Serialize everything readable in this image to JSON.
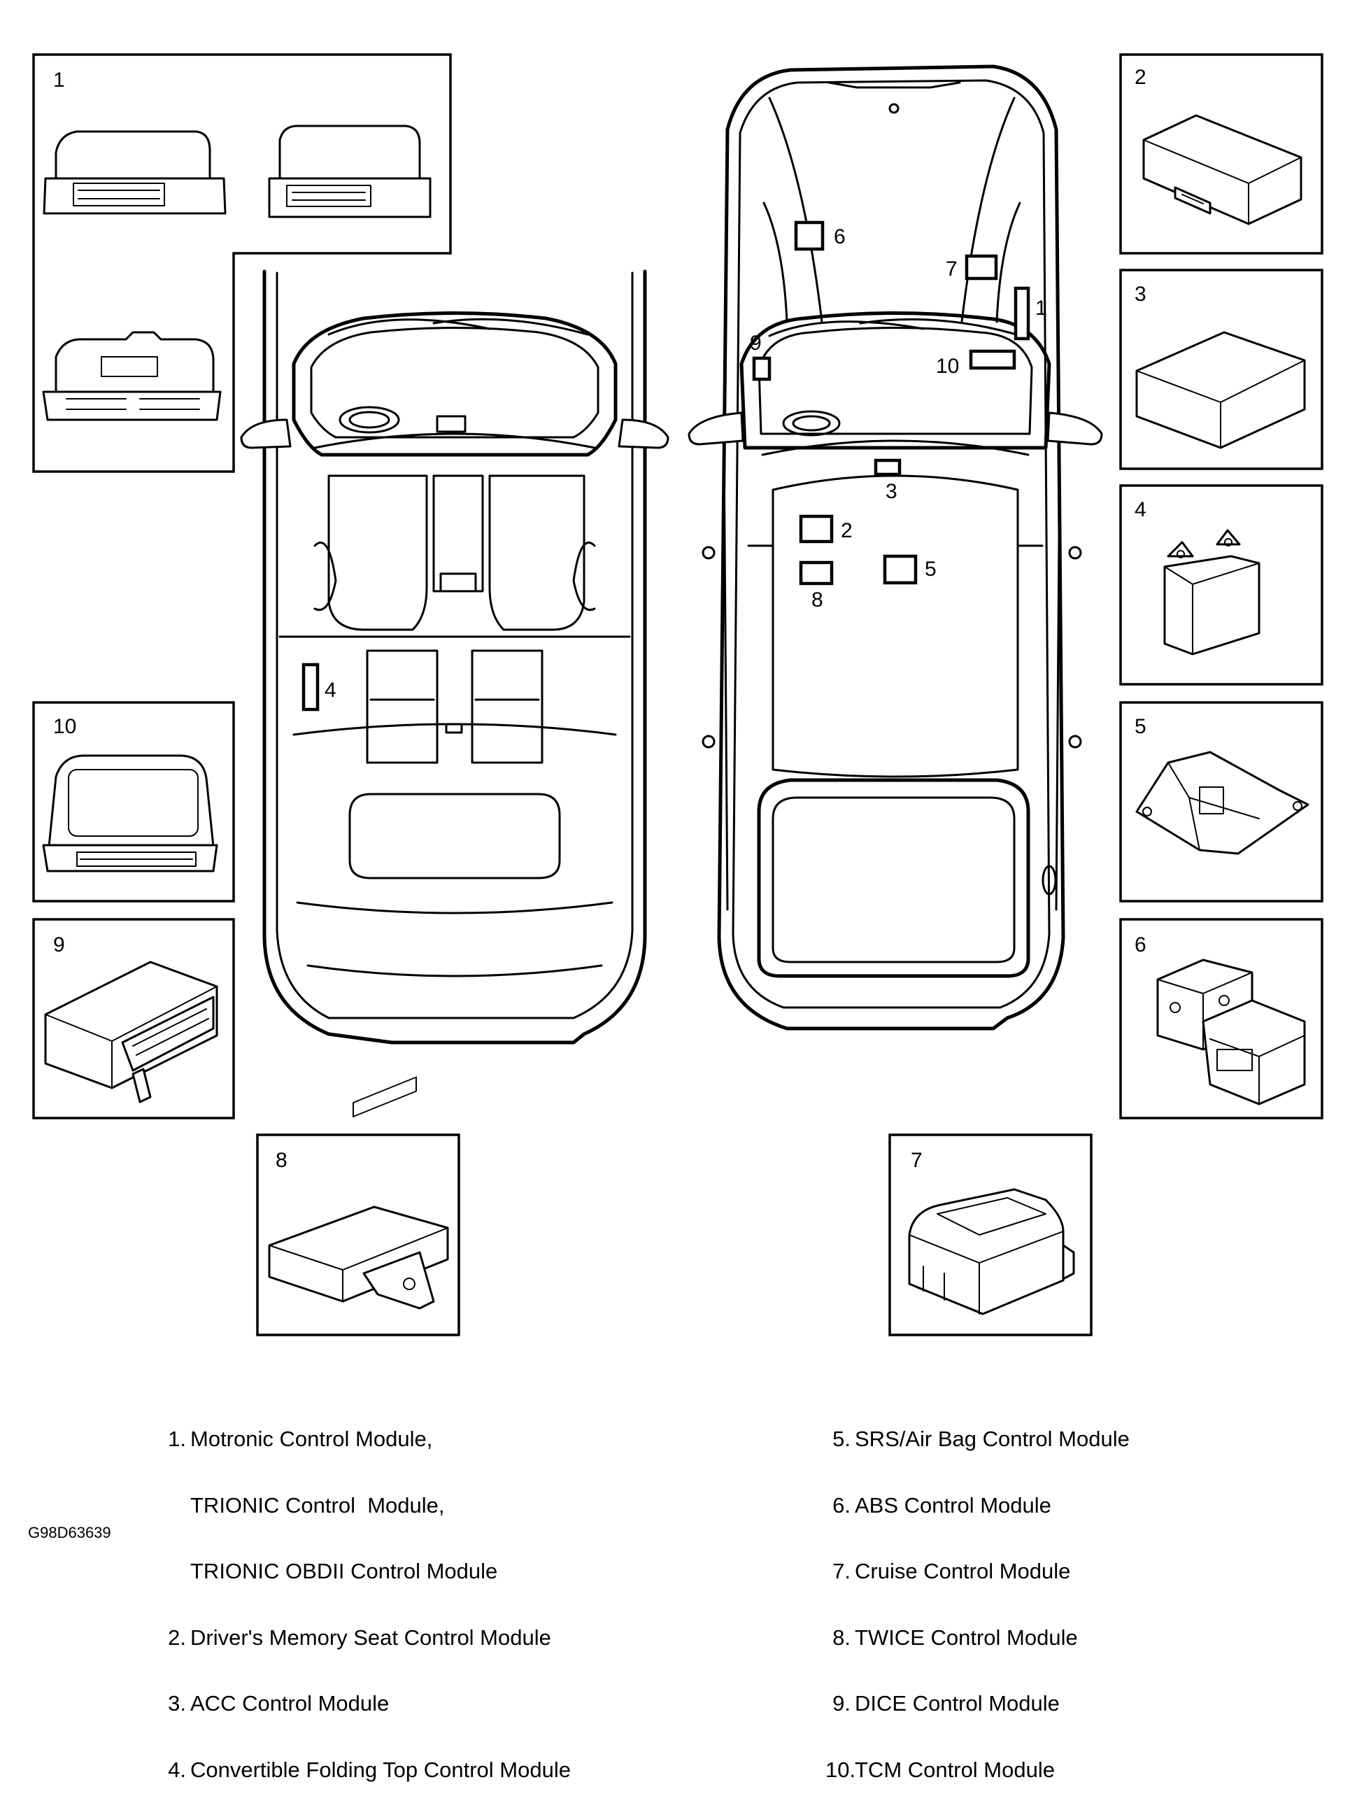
{
  "panel_numbers": [
    "1",
    "2",
    "3",
    "4",
    "5",
    "6",
    "7",
    "8",
    "9",
    "10"
  ],
  "car_markers": [
    "1",
    "2",
    "3",
    "4",
    "5",
    "6",
    "7",
    "8",
    "9",
    "10"
  ],
  "legend_left": [
    {
      "n": "1.",
      "text": "Motronic Control Module,"
    },
    {
      "n": "",
      "text": "TRIONIC Control  Module,"
    },
    {
      "n": "",
      "text": "TRIONIC OBDII Control Module"
    },
    {
      "n": "2.",
      "text": "Driver's Memory Seat Control Module"
    },
    {
      "n": "3.",
      "text": "ACC Control Module"
    },
    {
      "n": "4.",
      "text": "Convertible Folding Top Control Module"
    }
  ],
  "legend_right": [
    {
      "n": "5.",
      "text": "SRS/Air Bag Control Module"
    },
    {
      "n": "6.",
      "text": "ABS Control Module"
    },
    {
      "n": "7.",
      "text": "Cruise Control Module"
    },
    {
      "n": "8.",
      "text": "TWICE Control Module"
    },
    {
      "n": "9.",
      "text": "DICE Control Module"
    },
    {
      "n": "10.",
      "text": "TCM Control Module"
    }
  ],
  "figure_id": "G98D63639"
}
